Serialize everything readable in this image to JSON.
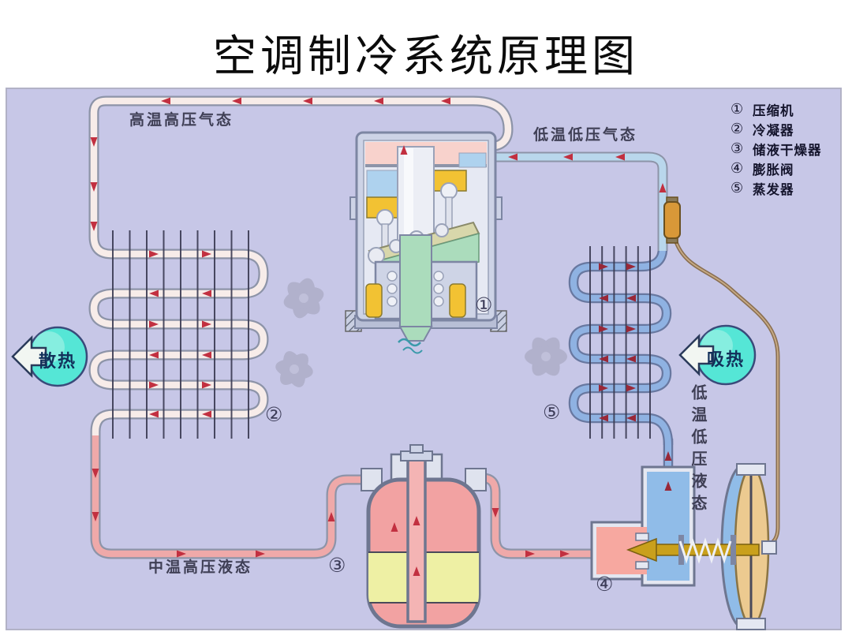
{
  "title": "空调制冷系统原理图",
  "labels": {
    "high_pressure_gas": "高温高压气态",
    "low_pressure_gas": "低温低压气态",
    "mid_pressure_liquid": "中温高压液态",
    "low_pressure_liquid": "低温低压液态",
    "heat_release": "散热",
    "heat_absorb": "吸热"
  },
  "markers": {
    "compressor": "①",
    "condenser": "②",
    "receiver_drier": "③",
    "expansion_valve": "④",
    "evaporator": "⑤"
  },
  "legend": {
    "items": [
      {
        "num": "①",
        "label": "压缩机"
      },
      {
        "num": "②",
        "label": "冷凝器"
      },
      {
        "num": "③",
        "label": "储液干燥器"
      },
      {
        "num": "④",
        "label": "膨胀阀"
      },
      {
        "num": "⑤",
        "label": "蒸发器"
      }
    ]
  },
  "colors": {
    "bg": "#c7c7e7",
    "hot-pipe": "#f7ece9",
    "liquid-pipe": "#efa9a9",
    "cold-pipe": "#8fb2e2",
    "suction-pipe": "#b9d7ec",
    "pipe-outline": "#8d94a8",
    "arrow-red": "#c23040",
    "arrow-dark": "#992838",
    "fin": "#3a3a52",
    "badge-cyan": "#55e6d6",
    "tank-pink": "#f2a2a2",
    "desiccant-yellow": "#eef0a4",
    "valve-blue": "#90bce8",
    "stem-gold": "#c9a01c",
    "diaphragm-tan": "#ecca90",
    "comp-body": "#cdd3e6",
    "comp-green": "#abdcbc",
    "comp-yellow": "#f2c233",
    "comp-pink": "#f8d2cc",
    "text-dark": "#3f3f55",
    "legend-text": "#15152d"
  }
}
